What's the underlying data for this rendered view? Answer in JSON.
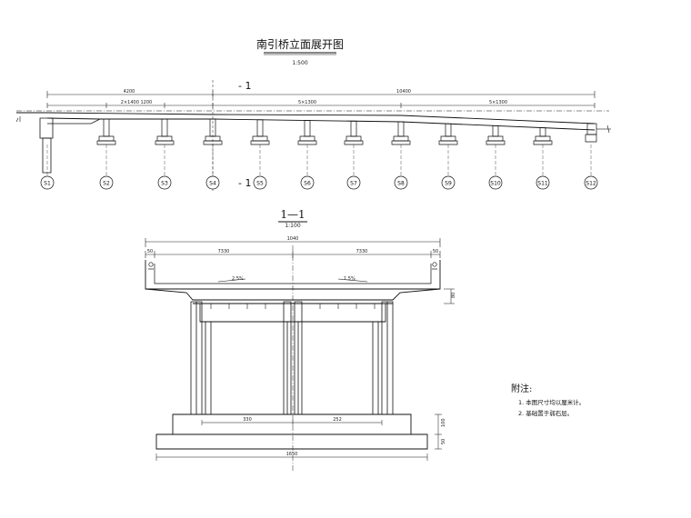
{
  "elevation": {
    "title": "南引桥立面展开图",
    "scale": "1:500",
    "dims_top": [
      "4200",
      "10400"
    ],
    "dims_sub": [
      "2×1400  1200",
      "5×1300",
      "5×1300"
    ],
    "section_mark": "1",
    "piers": [
      "S1",
      "S2",
      "S3",
      "S4",
      "S5",
      "S6",
      "S7",
      "S8",
      "S9",
      "S10",
      "S11",
      "S12"
    ]
  },
  "section": {
    "title": "1—1",
    "scale": "1:100",
    "width_total": "1040",
    "width_parts": [
      "50",
      "7330",
      "7330",
      "50"
    ],
    "slope_left": "2.5%",
    "slope_right": "1.5%",
    "depth": "80",
    "pier_spacing": [
      "330",
      "252"
    ],
    "footing_height": "100",
    "base_height": "50",
    "base_width": "1650"
  },
  "notes": {
    "heading": "附注:",
    "items": [
      "1. 本图尺寸均以厘米计。",
      "2. 基础置于弱石层。"
    ]
  }
}
